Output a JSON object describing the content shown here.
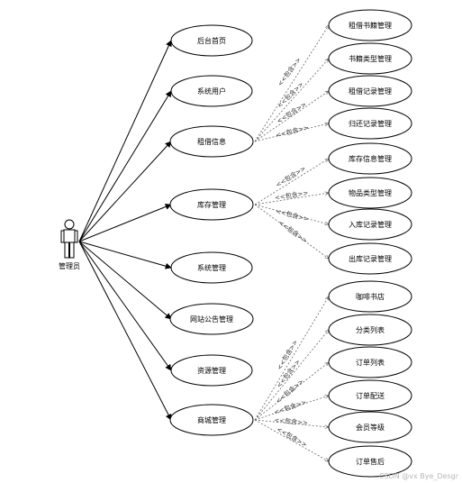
{
  "actor": {
    "label": "管理员"
  },
  "main_use_cases": [
    "后台首页",
    "系统用户",
    "租借信息",
    "库存管理",
    "系统管理",
    "网站公告管理",
    "资源管理",
    "商城管理"
  ],
  "include_label": "<<包含>>",
  "sub_groups": [
    {
      "parent": "租借信息",
      "items": [
        "租借书籍管理",
        "书籍类型管理",
        "租借记录管理",
        "归还记录管理"
      ]
    },
    {
      "parent": "库存管理",
      "items": [
        "库存信息管理",
        "物品类型管理",
        "入库记录管理",
        "出库记录管理"
      ]
    },
    {
      "parent": "商城管理",
      "items": [
        "咖啡书店",
        "分类列表",
        "订单列表",
        "订单配送",
        "会员等级",
        "订单售后"
      ]
    }
  ],
  "watermark": "CSDN @vx Bye_Desgr"
}
